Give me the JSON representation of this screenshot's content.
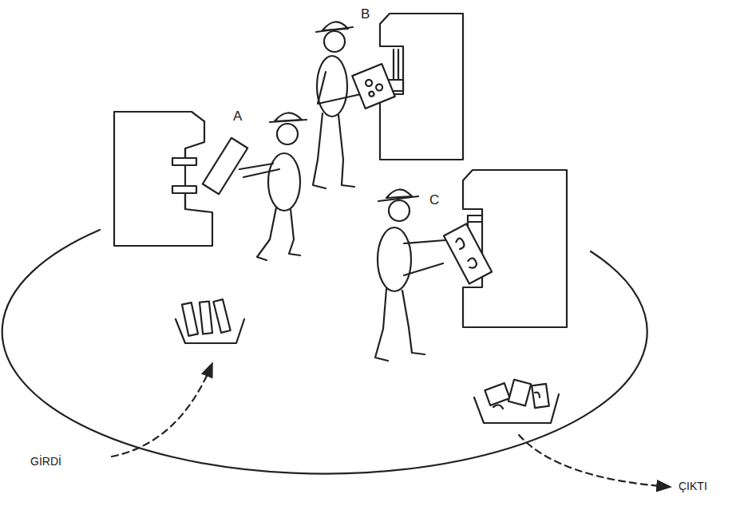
{
  "diagram": {
    "labels": [
      "A",
      "B",
      "C",
      "GİRDİ",
      "ÇIKTI"
    ]
  }
}
